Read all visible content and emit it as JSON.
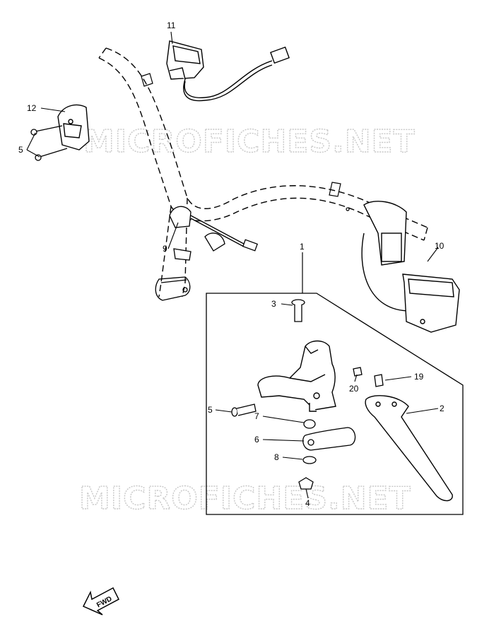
{
  "diagram": {
    "watermark": "MICROFICHES.NET",
    "fwd_label": "FWD",
    "callouts": {
      "c11": "11",
      "c12": "12",
      "c5a": "5",
      "c9": "9",
      "c1": "1",
      "c10": "10",
      "c3": "3",
      "c19": "19",
      "c20": "20",
      "c2": "2",
      "c5b": "5",
      "c7": "7",
      "c6": "6",
      "c8": "8",
      "c4": "4"
    }
  }
}
